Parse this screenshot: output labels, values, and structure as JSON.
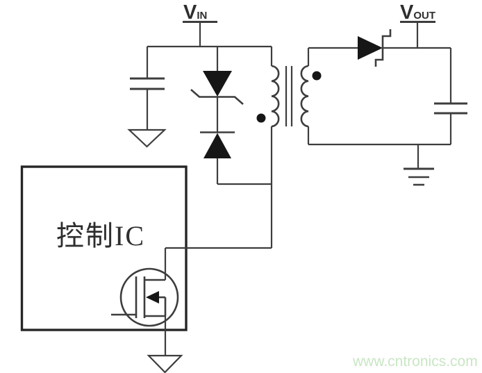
{
  "diagram": {
    "type": "flyback-converter-schematic",
    "labels": {
      "vin": {
        "main": "V",
        "sub": "IN"
      },
      "vout": {
        "main": "V",
        "sub": "OUT"
      },
      "control_ic": "控制IC"
    },
    "watermark": "www.cntronics.com",
    "components": [
      "input-capacitor",
      "clamp-tvs-diode",
      "clamp-blocking-diode",
      "flyback-transformer",
      "primary-phase-dot",
      "secondary-phase-dot",
      "output-schottky-diode",
      "output-capacitor",
      "control-ic-box",
      "power-mosfet",
      "input-ground",
      "source-ground",
      "secondary-earth-ground"
    ],
    "colors": {
      "wire": "#3d3d3d",
      "fill": "#161616",
      "box": "#262626",
      "text": "#2e2e2e",
      "watermark": "#c9e6c4",
      "background": "#ffffff"
    }
  }
}
